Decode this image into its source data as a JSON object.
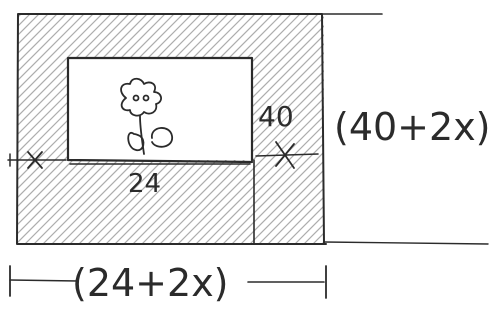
{
  "diagram": {
    "labels": {
      "inner_height": "40",
      "inner_width": "24",
      "outer_height": "(40+2x)",
      "outer_width": "(24+2x)",
      "border_width_left": "x",
      "border_width_right": "x"
    },
    "picture_description_icon": "flower-icon"
  }
}
